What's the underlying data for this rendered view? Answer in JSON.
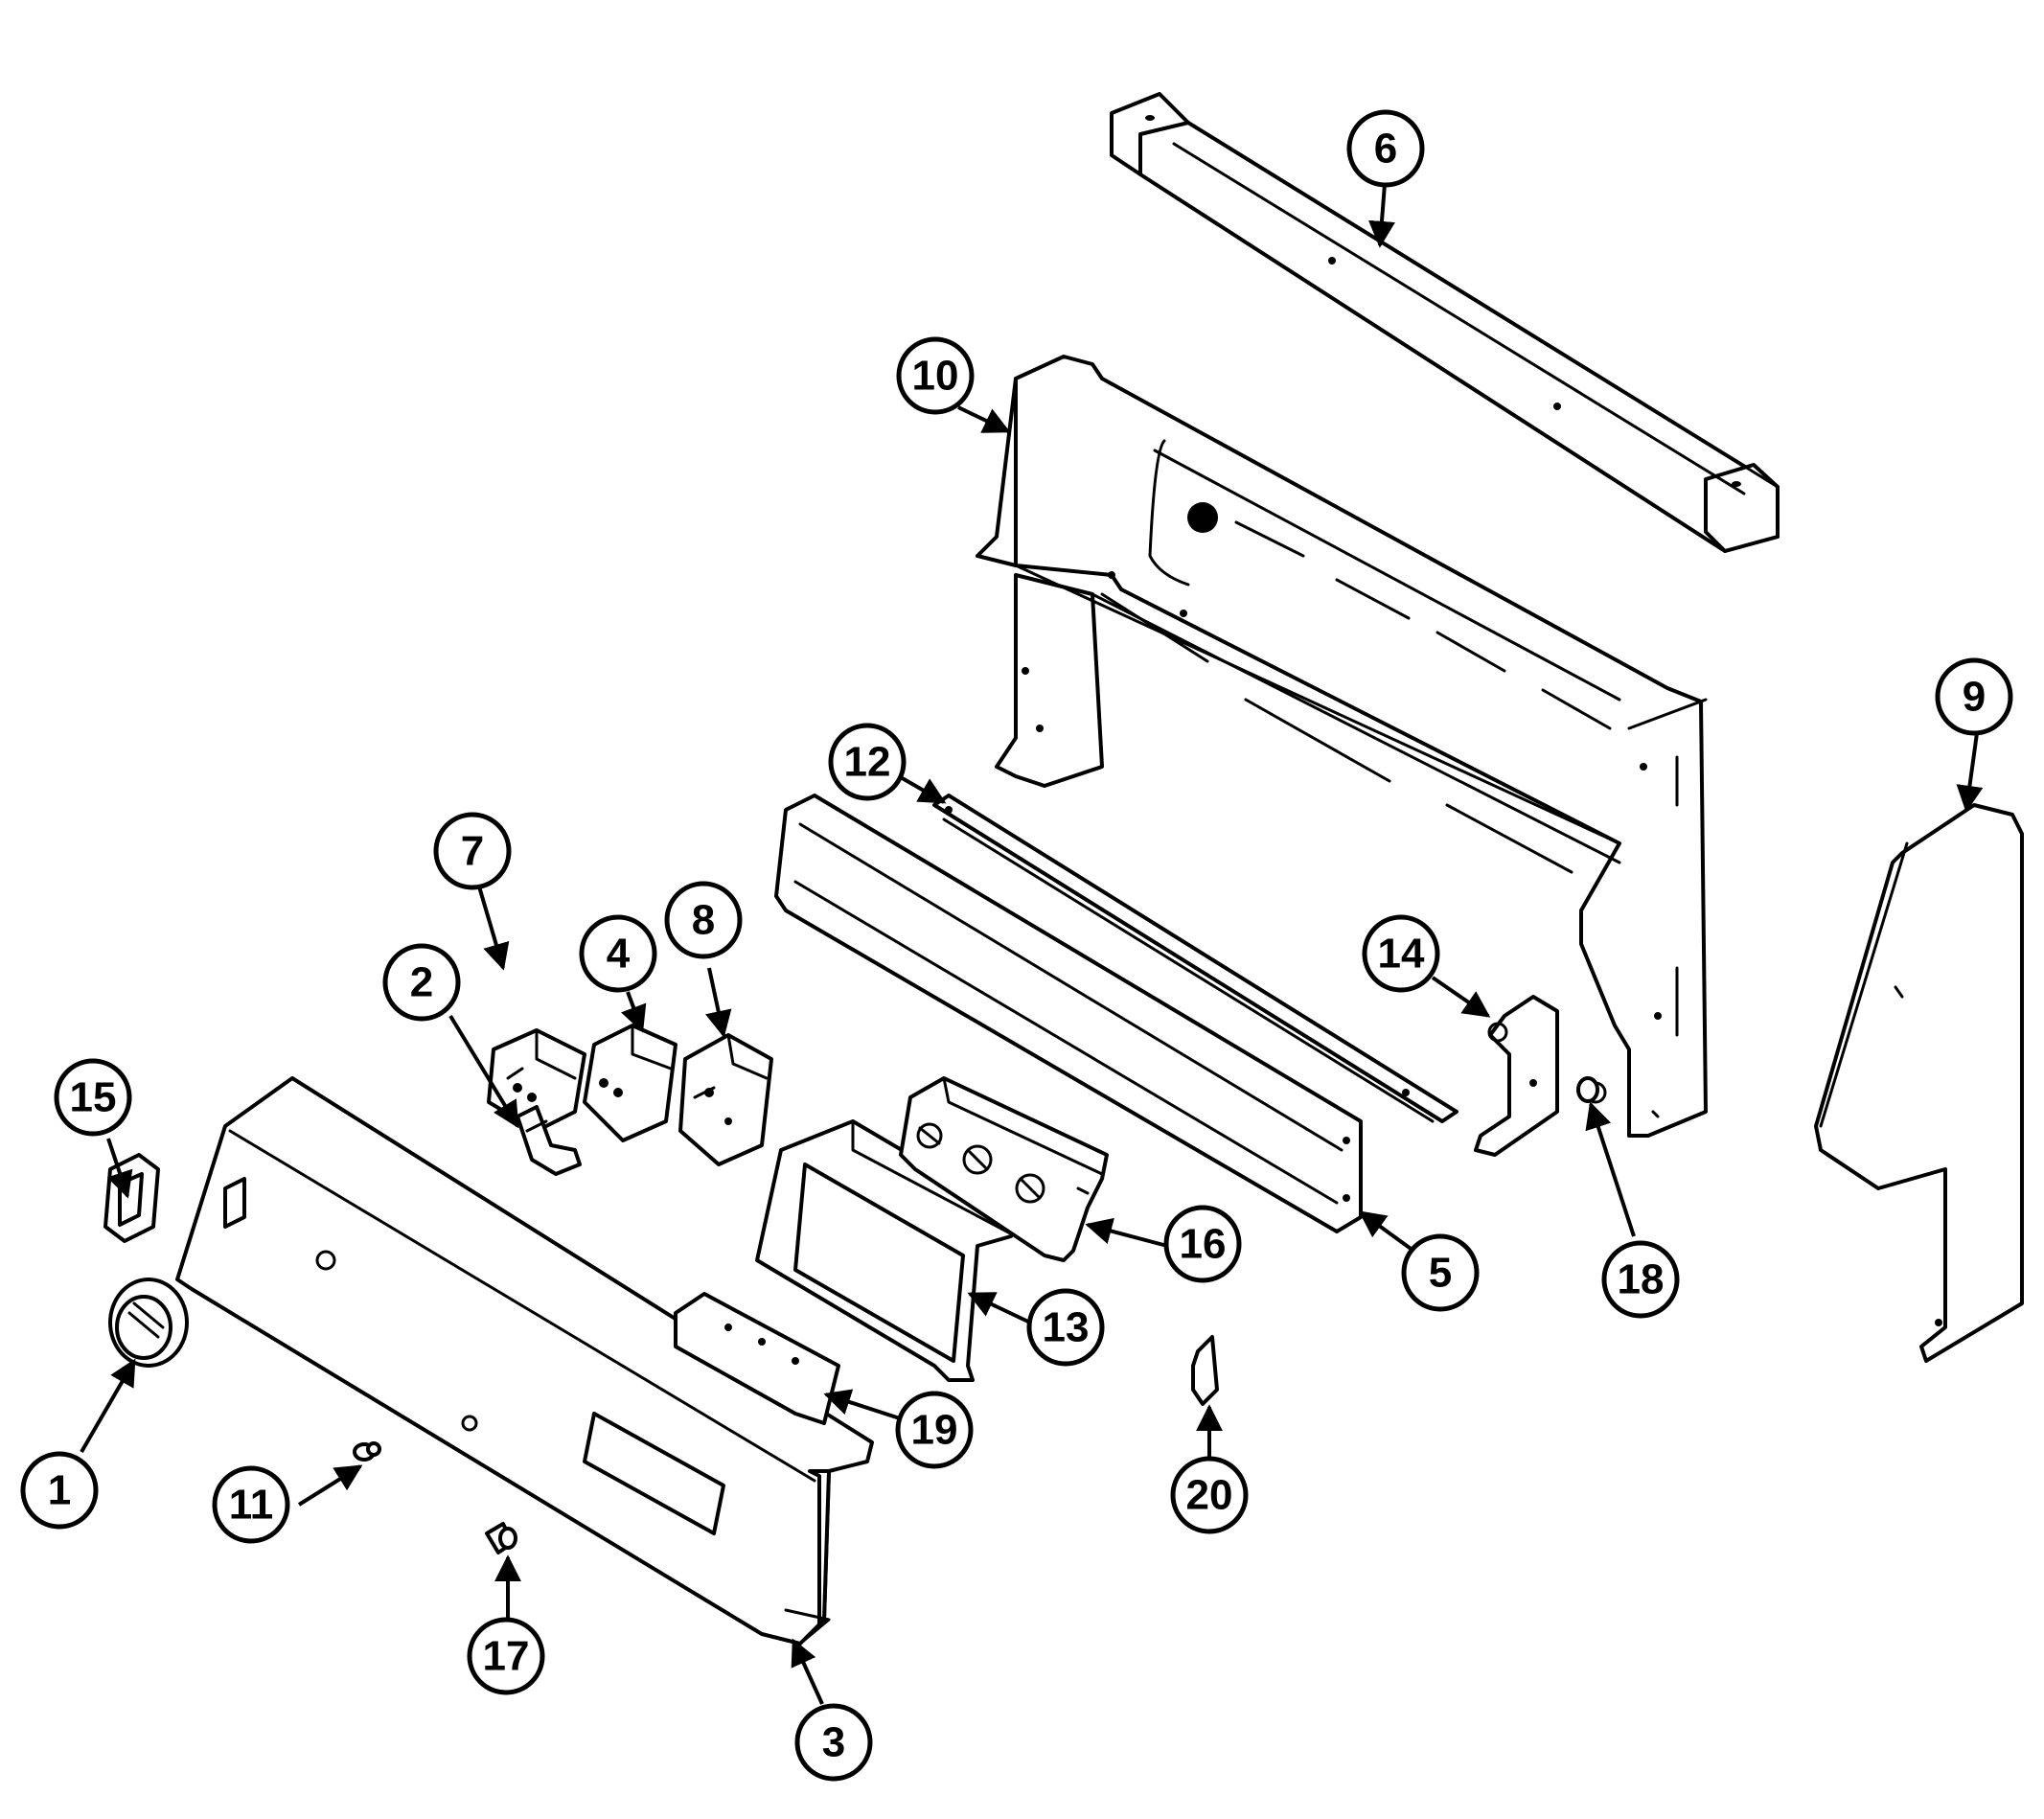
{
  "diagram": {
    "callouts": [
      {
        "id": "callout-1",
        "label": "1"
      },
      {
        "id": "callout-2",
        "label": "2"
      },
      {
        "id": "callout-3",
        "label": "3"
      },
      {
        "id": "callout-4",
        "label": "4"
      },
      {
        "id": "callout-5",
        "label": "5"
      },
      {
        "id": "callout-6",
        "label": "6"
      },
      {
        "id": "callout-7",
        "label": "7"
      },
      {
        "id": "callout-8",
        "label": "8"
      },
      {
        "id": "callout-9",
        "label": "9"
      },
      {
        "id": "callout-10",
        "label": "10"
      },
      {
        "id": "callout-11",
        "label": "11"
      },
      {
        "id": "callout-12",
        "label": "12"
      },
      {
        "id": "callout-13",
        "label": "13"
      },
      {
        "id": "callout-14",
        "label": "14"
      },
      {
        "id": "callout-15",
        "label": "15"
      },
      {
        "id": "callout-16",
        "label": "16"
      },
      {
        "id": "callout-17",
        "label": "17"
      },
      {
        "id": "callout-18",
        "label": "18"
      },
      {
        "id": "callout-19",
        "label": "19"
      },
      {
        "id": "callout-20",
        "label": "20"
      }
    ]
  },
  "colors": {
    "line": "#000000",
    "background": "#ffffff"
  }
}
